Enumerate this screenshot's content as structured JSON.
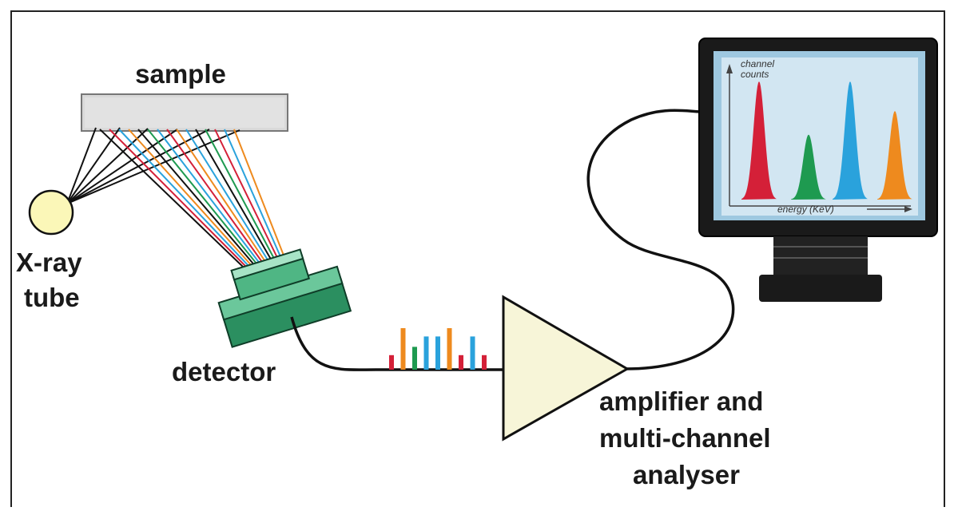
{
  "labels": {
    "sample": "sample",
    "xray_line1": "X-ray",
    "xray_line2": "tube",
    "detector": "detector",
    "amp_line1": "amplifier and",
    "amp_line2": "multi-channel",
    "amp_line3": "analyser"
  },
  "monitor": {
    "y_label_line1": "channel",
    "y_label_line2": "counts",
    "x_label": "energy (KeV)"
  },
  "colors": {
    "red": "#d42038",
    "green": "#1e9a50",
    "blue": "#2aa2dc",
    "orange": "#ee8a1e",
    "black": "#111111",
    "tube": "#fbf7b8",
    "amplifier": "#f7f5d8",
    "detector": "#2f9c6a",
    "screen": "#d2e6f2",
    "sample": "#d9d9d9"
  },
  "spectrum_peaks": [
    {
      "color": "red",
      "height": 1.0
    },
    {
      "color": "green",
      "height": 0.55
    },
    {
      "color": "blue",
      "height": 1.0
    },
    {
      "color": "orange",
      "height": 0.75
    }
  ],
  "pulses": [
    {
      "color": "red",
      "height": 0.35
    },
    {
      "color": "orange",
      "height": 1.0
    },
    {
      "color": "green",
      "height": 0.55
    },
    {
      "color": "blue",
      "height": 0.8
    },
    {
      "color": "blue",
      "height": 0.8
    },
    {
      "color": "orange",
      "height": 1.0
    },
    {
      "color": "red",
      "height": 0.35
    },
    {
      "color": "blue",
      "height": 0.8
    },
    {
      "color": "red",
      "height": 0.35
    }
  ]
}
